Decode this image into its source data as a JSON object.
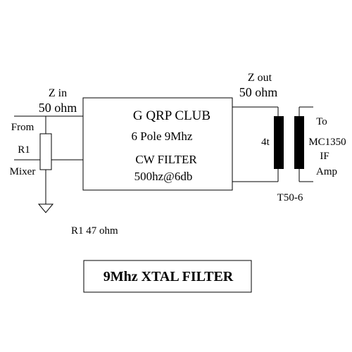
{
  "input": {
    "z_label": "Z in",
    "z_value": "50 ohm",
    "from_label": "From",
    "resistor_label": "R1",
    "mixer_label": "Mixer"
  },
  "filter_box": {
    "title": "G QRP CLUB",
    "line2": "6 Pole 9Mhz",
    "line3": "CW FILTER",
    "line4": "500hz@6db"
  },
  "output": {
    "z_label": "Z out",
    "z_value": "50 ohm",
    "winding_label": "4t",
    "core_label": "T50-6",
    "to_label": "To",
    "dest_line1": "MC1350",
    "dest_line2": "IF",
    "dest_line3": "Amp"
  },
  "note": "R1 47 ohm",
  "caption": "9Mhz XTAL FILTER"
}
